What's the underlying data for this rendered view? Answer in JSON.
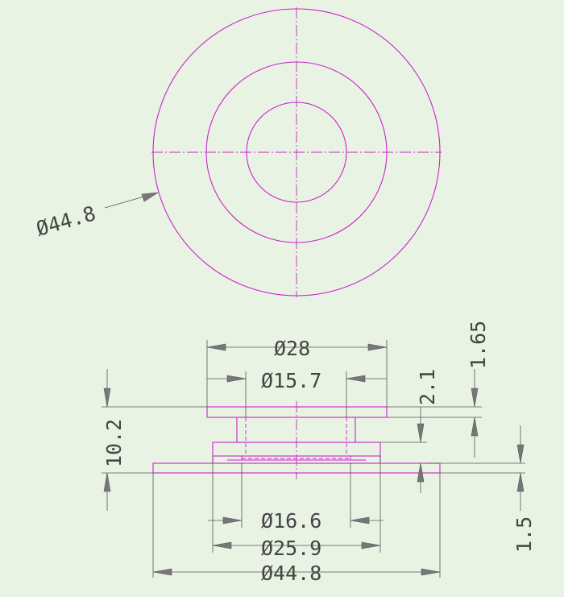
{
  "colors": {
    "background": "#e9f3e3",
    "geometry": "#cc22cc",
    "dimension": "#555555",
    "text": "#444444"
  },
  "dimensions": {
    "top_outer_diameter": "Ø44.8",
    "flange_diameter": "Ø28",
    "hub_bore_diameter": "Ø15.7",
    "collar_bore_diameter": "Ø16.6",
    "collar_diameter": "Ø25.9",
    "base_diameter": "Ø44.8",
    "overall_height": "10.2",
    "flange_thickness": "1.65",
    "step_height": "2.1",
    "base_thickness": "1.5"
  }
}
